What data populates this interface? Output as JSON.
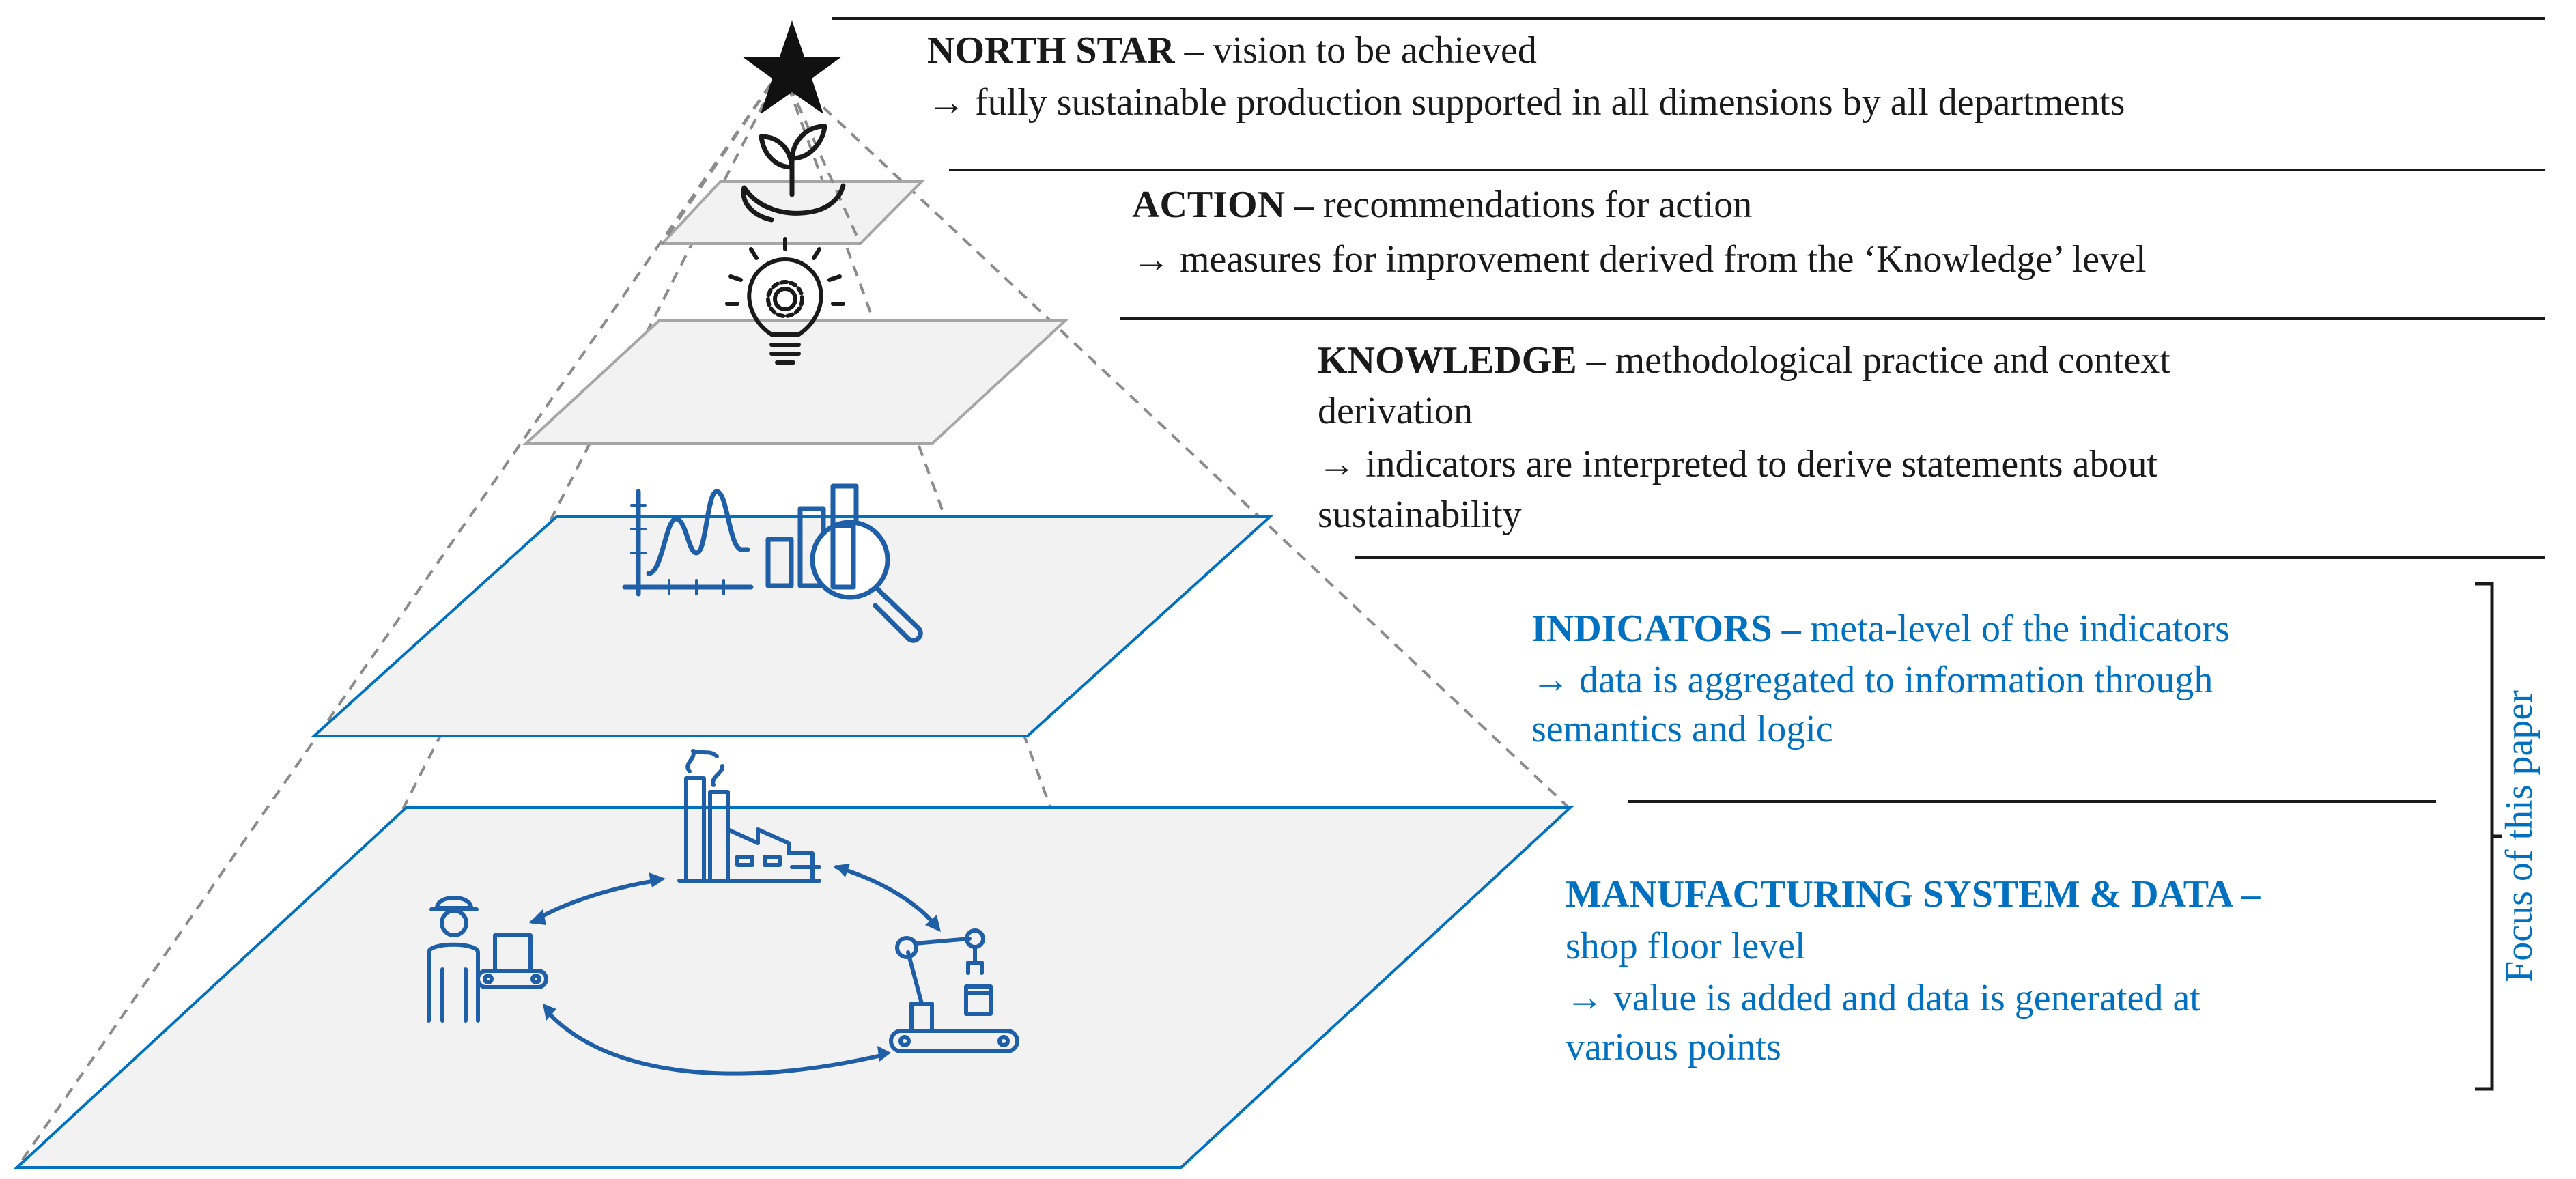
{
  "levels": [
    {
      "title": "NORTH STAR",
      "dash": " – ",
      "subtitle": "vision to be achieved",
      "lines": [
        "→ fully sustainable production supported in all dimensions by all departments"
      ]
    },
    {
      "title": "ACTION",
      "dash": " – ",
      "subtitle": "recommendations for action",
      "lines": [
        "→ measures for improvement derived from the ‘Knowledge’ level"
      ]
    },
    {
      "title": "KNOWLEDGE",
      "dash": " – ",
      "subtitle": "methodological practice and context",
      "subtitle2": "derivation",
      "lines": [
        "→ indicators are interpreted to derive statements about",
        "sustainability"
      ]
    },
    {
      "title": "INDICATORS",
      "dash": " –  ",
      "subtitle": "meta-level of the indicators",
      "lines": [
        "→ data is aggregated to information through",
        "semantics and logic"
      ]
    },
    {
      "title": "MANUFACTURING SYSTEM & DATA",
      "dash": " –",
      "subtitle": "shop floor level",
      "lines": [
        "→ value is added and data is generated at",
        "various points"
      ]
    }
  ],
  "bracket_label": "Focus of this paper",
  "colors": {
    "black_text": "#1a1a1a",
    "blue_accent": "#0070c0",
    "plate_fill": "#f2f2f2",
    "gray_outline": "#a6a6a6",
    "icon_black": "#1a1a1a",
    "icon_blue": "#1f5fa8"
  },
  "icons": [
    "star-icon",
    "seedling-hand-icon",
    "lightbulb-gear-icon",
    "chart-magnifier-icon",
    "factory-icon",
    "worker-icon",
    "robot-arm-icon",
    "cycle-arrows-icon"
  ]
}
